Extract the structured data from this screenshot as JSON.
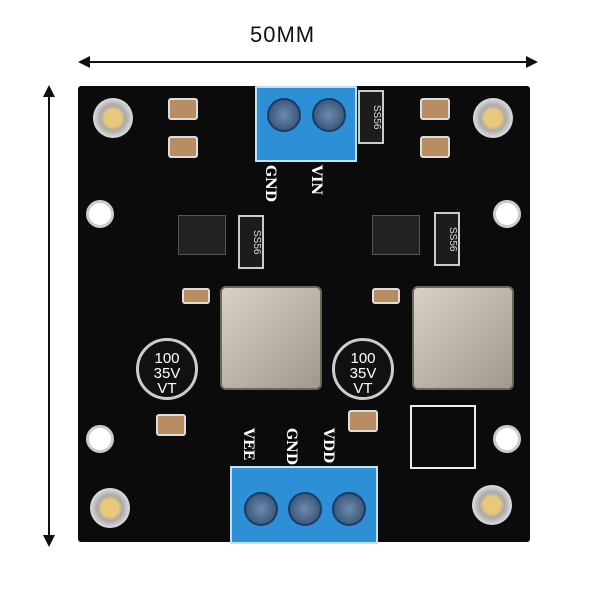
{
  "dimension_label": "50MM",
  "input_terminal": {
    "labels": [
      "GND",
      "VIN"
    ]
  },
  "output_terminal": {
    "labels": [
      "VEE",
      "GND",
      "VDD"
    ]
  },
  "capacitors": [
    {
      "text": [
        "100",
        "35V",
        "VT"
      ]
    },
    {
      "text": [
        "100",
        "35V",
        "VT"
      ]
    }
  ],
  "diode_marking": "SS56"
}
